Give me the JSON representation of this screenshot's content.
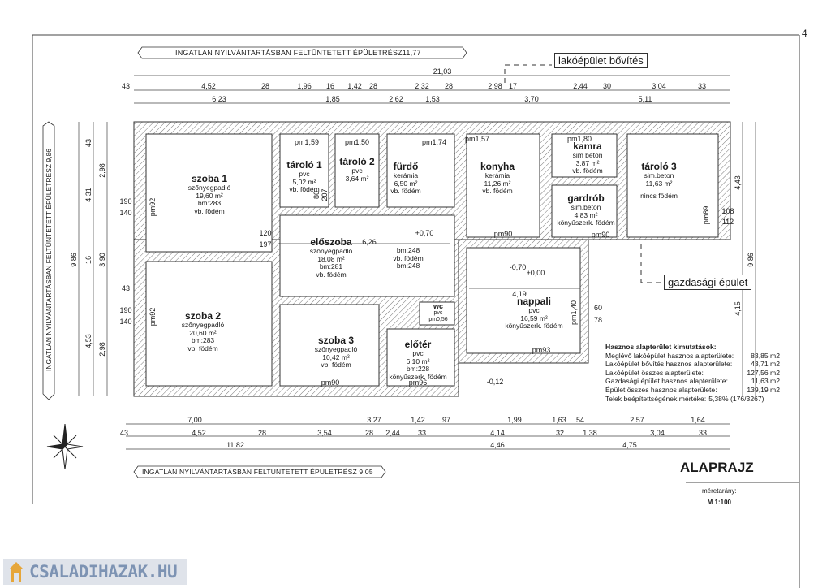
{
  "page_number": "4",
  "banners": {
    "top": "INGATLAN NYILVÁNTARTÁSBAN FELTÜNTETETT ÉPÜLETRÉSZ11,77",
    "bottom": "INGATLAN NYILVÁNTARTÁSBAN FELTÜNTETETT ÉPÜLETRÉSZ 9,05",
    "left": "INGATLAN NYILVÁNTARTÁSBAN FELTÜNTETETT ÉPÜLETRÉSZ 9,86"
  },
  "tags": {
    "extension": "lakóépület bővítés",
    "outbuilding": "gazdasági épület"
  },
  "dims_top": {
    "total": "21,03",
    "row2": [
      "43",
      "4,52",
      "28",
      "1,96",
      "16",
      "1,42",
      "28",
      "2,32",
      "28",
      "2,98",
      "17",
      "2,44",
      "30",
      "3,04",
      "33"
    ],
    "row3": [
      "6,23",
      "1,85",
      "2,62",
      "1,53",
      "3,70",
      "5,11"
    ]
  },
  "dims_bottom": {
    "row1": [
      "7,00",
      "3,27",
      "1,42",
      "97",
      "1,99",
      "1,63",
      "54",
      "2,57",
      "1,64"
    ],
    "row2": [
      "43",
      "4,52",
      "28",
      "3,54",
      "28",
      "2,44",
      "33",
      "4,14",
      "32",
      "1,38",
      "3,04",
      "33"
    ],
    "row3": [
      "11,82",
      "4,46",
      "4,75"
    ]
  },
  "dims_left": [
    "9,86",
    "43",
    "4,31",
    "16",
    "4,53",
    "2,98",
    "3,90",
    "2,98",
    "190",
    "140",
    "190",
    "140",
    "43"
  ],
  "dims_right": [
    "4,43",
    "9,86",
    "4,15",
    "108",
    "112"
  ],
  "rooms": [
    {
      "name": "szoba 1",
      "floor": "szőnyegpadló",
      "area": "19,60 m²",
      "bm": "bm:283",
      "ceiling": "vb. födém",
      "pm": "pm92"
    },
    {
      "name": "tároló 1",
      "floor": "pvc",
      "area": "5,02 m²",
      "ceiling": "vb. födém",
      "pm": "pm1,59"
    },
    {
      "name": "tároló 2",
      "floor": "pvc",
      "area": "3,64 m²",
      "pm": "pm1,50"
    },
    {
      "name": "fürdő",
      "floor": "kerámia",
      "area": "6,50 m²",
      "ceiling": "vb. födém",
      "pm": "pm1,74"
    },
    {
      "name": "előszoba",
      "floor": "szőnyegpadló",
      "area": "18,08 m²",
      "bm": "bm:281",
      "ceiling": "vb. födém"
    },
    {
      "name": "szoba 2",
      "floor": "szőnyegpadló",
      "area": "20,60 m²",
      "bm": "bm:283",
      "ceiling": "vb. födém",
      "pm": "pm92"
    },
    {
      "name": "szoba 3",
      "floor": "szőnyegpadló",
      "area": "10,42 m²",
      "ceiling": "vb. födém",
      "pm": "pm90"
    },
    {
      "name": "előtér",
      "floor": "pvc",
      "area": "6,10 m²",
      "bm": "bm:228",
      "ceiling": "könyűszerk. födém",
      "pm": "pm96"
    },
    {
      "name": "wc",
      "floor": "pvc",
      "area": "pm0,56"
    },
    {
      "name": "konyha",
      "floor": "kerámia",
      "area": "11,26 m²",
      "ceiling": "vb. födém",
      "pm": "pm1,57"
    },
    {
      "name": "kamra",
      "floor": "sim beton",
      "area": "3,87 m²",
      "ceiling": "vb. födém",
      "pm": "pm1,80"
    },
    {
      "name": "gardrób",
      "floor": "sim.beton",
      "area": "4,83 m²",
      "ceiling": "könyűszerk. födém",
      "pm": "pm90"
    },
    {
      "name": "tároló 3",
      "floor": "sim.beton",
      "area": "11,63 m²",
      "ceiling": "nincs födém",
      "pm": "pm89"
    },
    {
      "name": "nappali",
      "floor": "pvc",
      "area": "16,59 m²",
      "ceiling": "könyűszerk. födém",
      "pm": "pm93"
    }
  ],
  "misc": {
    "hall_bm1": "bm:248",
    "hall_ceiling": "vb. födém",
    "hall_bm2": "bm:248",
    "level_hall": "+0,70",
    "level_living": "-0,70",
    "level_zero": "±0,00",
    "level_out": "-0,12",
    "len_hall": "6,26",
    "len_living": "4,19",
    "pm_kitchen": "pm90",
    "pm_living_side": "pm1,40",
    "door_a": "120",
    "door_b": "197",
    "door_c": "80",
    "door_d": "207",
    "win_a": "60",
    "win_b": "78"
  },
  "summary": {
    "title": "Hasznos alapterület kimutatások:",
    "rows": [
      {
        "label": "Meglévő lakóépület hasznos alapterülete:",
        "value": "83,85 m2"
      },
      {
        "label": "Lakóépület bővítés hasznos alapterülete:",
        "value": "43,71 m2"
      },
      {
        "label": "Lakóépület összes alapterülete:",
        "value": "127,56 m2"
      },
      {
        "label": "Gazdasági épület hasznos alapterülete:",
        "value": "11,63 m2"
      },
      {
        "label": "Épület összes hasznos alapterülete:",
        "value": "139,19 m2"
      },
      {
        "label": "Telek beépítettségének mértéke:",
        "value": "5,38% (176/3267)"
      }
    ]
  },
  "title_block": {
    "title": "ALAPRAJZ",
    "scale_label": "méretarány:",
    "scale": "M 1:100"
  },
  "logo": {
    "text": "CSALADIHAZAK.HU"
  }
}
